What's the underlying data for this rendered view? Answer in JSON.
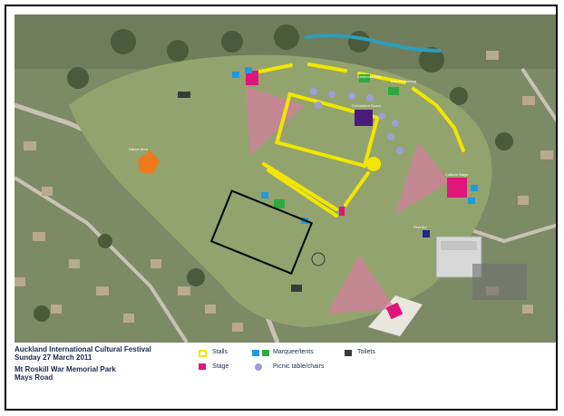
{
  "legend": {
    "title_lines": [
      "Auckland International Cultural Festival",
      "Sunday 27 March 2011",
      "Mt Roskill War Memorial Park",
      "Mays Road"
    ],
    "items": {
      "stalls": {
        "label": "Stalls",
        "color": "#f2e600"
      },
      "stage": {
        "label": "Stage",
        "color": "#e0157a"
      },
      "marquee": {
        "label": "Marquee/tents",
        "color_a": "#1e9be0",
        "color_b": "#2eaa3c"
      },
      "picnic": {
        "label": "Picnic table/chairs",
        "color": "#9b9fd8"
      },
      "toilets": {
        "label": "Toilets",
        "color": "#3a3a3a"
      }
    }
  },
  "map_labels": {
    "fence": "Children's Tent",
    "parking": "Lisa Performing",
    "side_stage": "Cultural Stage",
    "pavilion": "Performers Space",
    "dance": "Dance Area",
    "first_aid": "First Aid"
  }
}
